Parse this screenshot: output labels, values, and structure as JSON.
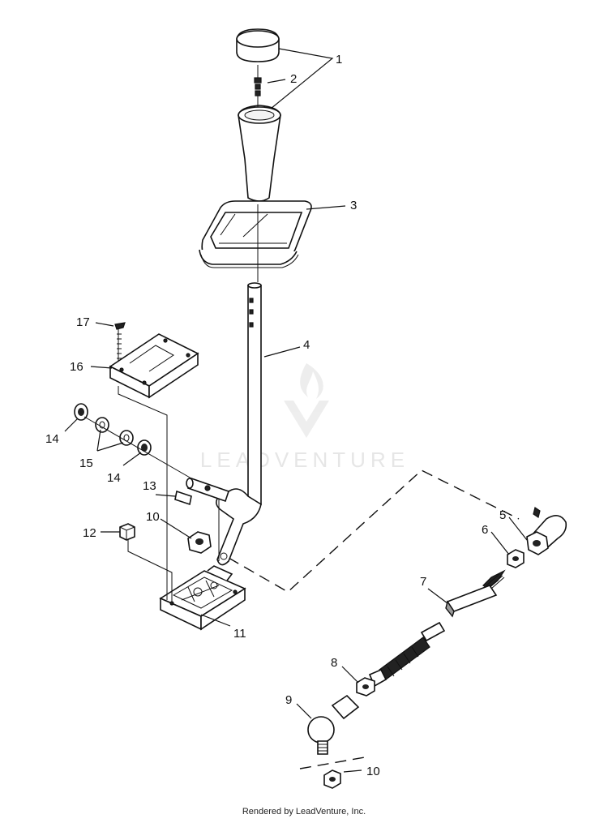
{
  "diagram": {
    "callouts": [
      {
        "id": "c1",
        "label": "1"
      },
      {
        "id": "c2",
        "label": "2"
      },
      {
        "id": "c3",
        "label": "3"
      },
      {
        "id": "c4",
        "label": "4"
      },
      {
        "id": "c5",
        "label": "5"
      },
      {
        "id": "c6",
        "label": "6"
      },
      {
        "id": "c7",
        "label": "7"
      },
      {
        "id": "c8",
        "label": "8"
      },
      {
        "id": "c9",
        "label": "9"
      },
      {
        "id": "c10a",
        "label": "10"
      },
      {
        "id": "c10b",
        "label": "10"
      },
      {
        "id": "c11",
        "label": "11"
      },
      {
        "id": "c12",
        "label": "12"
      },
      {
        "id": "c13",
        "label": "13"
      },
      {
        "id": "c14a",
        "label": "14"
      },
      {
        "id": "c14b",
        "label": "14"
      },
      {
        "id": "c15",
        "label": "15"
      },
      {
        "id": "c16",
        "label": "16"
      },
      {
        "id": "c17",
        "label": "17"
      }
    ],
    "watermark": "LEADVENTURE",
    "footer": "Rendered by LeadVenture, Inc."
  }
}
